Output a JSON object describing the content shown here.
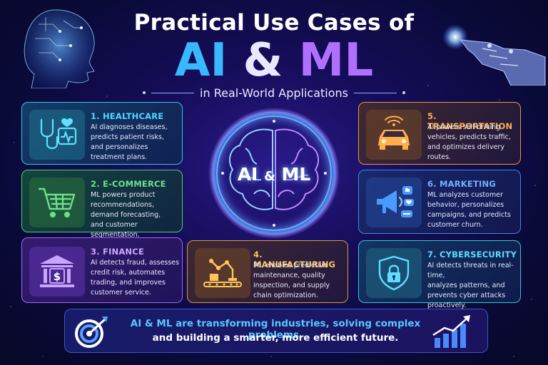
{
  "title": {
    "line1": "Practical Use Cases of",
    "ai": "AI",
    "amp": "&",
    "ml": "ML",
    "subtitle": "in Real-World Applications"
  },
  "center": {
    "ai": "AI",
    "amp": "&",
    "ml": "ML"
  },
  "cards": [
    {
      "id": "healthcare",
      "heading": "1. HEALTHCARE",
      "lines": [
        "AI diagnoses diseases,",
        "predicts patient risks,",
        "and personalizes",
        "treatment plans."
      ],
      "icon": "stethoscope-icon"
    },
    {
      "id": "ecommerce",
      "heading": "2. E-COMMERCE",
      "lines": [
        "ML powers product",
        "recommendations,",
        "demand forecasting,",
        "and customer segmentation."
      ],
      "icon": "shopping-cart-icon"
    },
    {
      "id": "finance",
      "heading": "3. FINANCE",
      "lines": [
        "AI detects fraud, assesses",
        "credit risk, automates",
        "trading, and improves",
        "customer service."
      ],
      "icon": "bank-icon"
    },
    {
      "id": "manufacturing",
      "heading": "4. MANUFACTURING",
      "lines": [
        "ML enables predictive",
        "maintenance, quality",
        "inspection, and supply",
        "chain optimization."
      ],
      "icon": "robot-arm-icon"
    },
    {
      "id": "transportation",
      "heading": "5. TRANSPORTATION",
      "lines": [
        "AI powers self-driving",
        "vehicles, predicts traffic,",
        "and optimizes delivery",
        "routes."
      ],
      "icon": "car-icon"
    },
    {
      "id": "marketing",
      "heading": "6. MARKETING",
      "lines": [
        "ML analyzes customer",
        "behavior, personalizes",
        "campaigns, and predicts",
        "customer churn."
      ],
      "icon": "megaphone-icon"
    },
    {
      "id": "cybersecurity",
      "heading": "7. CYBERSECURITY",
      "lines": [
        "AI detects threats in real-time,",
        "analyzes patterns, and",
        "prevents cyber attacks",
        "proactively."
      ],
      "icon": "shield-lock-icon"
    }
  ],
  "banner": {
    "line1": "AI & ML are transforming industries, solving complex problems,",
    "line2": "and building a smarter, more efficient future."
  },
  "colors": {
    "background": "#0a0a3a",
    "title_ai": "#3ab8ff",
    "title_ml": "#b070ff",
    "healthcare": "#2fc8e8",
    "ecommerce": "#4fd06b",
    "finance": "#9a6af0",
    "manufacturing": "#d89a3a",
    "transportation": "#e39a3a",
    "marketing": "#3a8ae8",
    "cybersecurity": "#2fc8d8"
  }
}
